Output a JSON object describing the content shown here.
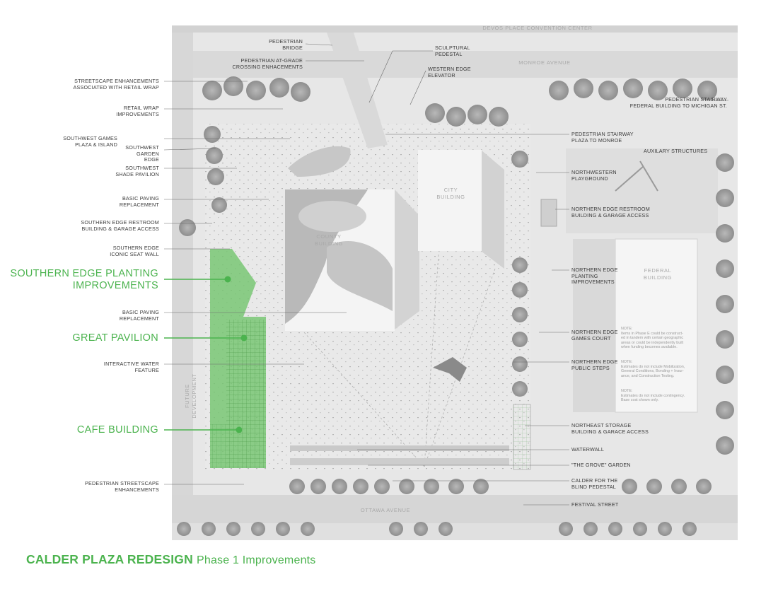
{
  "title": {
    "bold": "CALDER PLAZA REDESIGN",
    "sub": "Phase 1 Improvements"
  },
  "map_labels": {
    "devos": "DEVOS PLACE CONVENTION CENTER",
    "monroe": "MONROE AVENUE",
    "ottawa": "OTTAWA AVENUE",
    "county": "COUNTY\nBUILDING",
    "city": "CITY\nBUILDING",
    "federal": "FEDERAL\nBUILDING",
    "future": "FUTURE\nDEVELOPMENT",
    "auxiliary": "AUXILARY STRUCTURES"
  },
  "callouts_left": {
    "streetscape_retail": "STREETSCAPE ENHANCEMENTS\nASSOCIATED WITH RETAIL WRAP",
    "retail_wrap": "RETAIL WRAP\nIMPROVEMENTS",
    "sw_games": "SOUTHWEST GAMES\nPLAZA & ISLAND",
    "sw_garden": "SOUTHWEST\nGARDEN\nEDGE",
    "sw_shade": "SOUTHWEST\nSHADE PAVILION",
    "basic_paving_1": "BASIC PAVING\nREPLACEMENT",
    "southern_restroom": "SOUTHERN EDGE RESTROOM\nBUILDING & GARAGE ACCESS",
    "southern_seat": "SOUTHERN EDGE\nICONIC SEAT WALL",
    "southern_planting": "SOUTHERN EDGE PLANTING\nIMPROVEMENTS",
    "basic_paving_2": "BASIC PAVING\nREPLACEMENT",
    "great_pavilion": "GREAT PAVILION",
    "water_feature": "INTERACTIVE WATER\nFEATURE",
    "cafe": "CAFE BUILDING",
    "ped_streetscape": "PEDESTRIAN STREETSCAPE\nENHANCEMENTS",
    "ped_bridge": "PEDESTRIAN\nBRIDGE",
    "ped_crossing": "PEDESTRIAN AT-GRADE\nCROSSING ENHACEMENTS"
  },
  "callouts_right": {
    "sculptural": "SCULPTURAL\nPEDESTAL",
    "western_elevator": "WESTERN EDGE\nELEVATOR",
    "ped_stair_federal": "PEDESTRIAN STAIRWAY\nFEDERAL BUILDING TO MICHIGAN ST.",
    "ped_stair_monroe": "PEDESTRIAN STAIRWAY\nPLAZA TO MONROE",
    "nw_playground": "NORTHWESTERN\nPLAYGROUND",
    "northern_restroom": "NORTHERN EDGE RESTROOM\nBUILDING & GARAGE ACCESS",
    "northern_planting": "NORTHERN EDGE\nPLANTING\nIMPROVEMENTS",
    "northern_games": "NORTHERN EDGE\nGAMES COURT",
    "northern_steps": "NORTHERN EDGE\nPUBLIC STEPS",
    "ne_storage": "NORTHEAST STORAGE\nBUILDING & GARACE ACCESS",
    "waterwall": "WATERWALL",
    "grove": "\"THE GROVE\" GARDEN",
    "calder_pedestal": "CALDER FOR THE\nBLIND PEDESTAL",
    "festival": "FESTIVAL STREET"
  },
  "notes": {
    "n1": "NOTE:\nItems in Phase E could be construct-\ned in tandem with certain geographic\nareas or could be independently built\nwhen funding becomes available.",
    "n2": "NOTE:\nEstimates do not include Mobilization,\nGeneral Conditions, Bonding + Insur-\nance, and Construction Testing.",
    "n3": "NOTE:\nEstimates do not include contingency.\nBase cost shown only."
  },
  "colors": {
    "accent_green": "#4bb34e",
    "highlight_fill": "#6fc46a",
    "plan_gray": "#e6e6e6"
  }
}
